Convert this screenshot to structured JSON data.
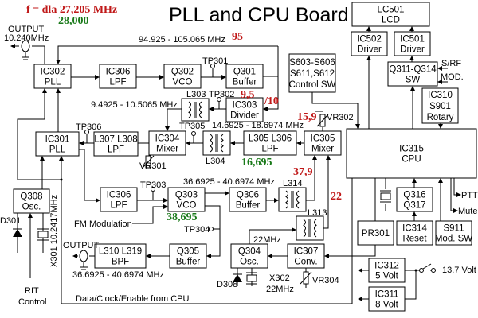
{
  "title": "PLL and CPU Board",
  "annotations": {
    "f_note": "f =  dla 27,205 MHz",
    "f_alt": "28,000",
    "n95": "95",
    "n9_5": "9,5",
    "div10": "/10",
    "n15_9": "15,9",
    "n16_695": "16,695",
    "n37_9": "37,9",
    "n22": "22",
    "n38_695": "38,695"
  },
  "colors": {
    "red_annotation": "#c01818",
    "green_annotation": "#1a7a1a"
  },
  "labels": {
    "output_top": "OUTPUT",
    "output_top_freq": "10.240MHz",
    "freq_vco1": "94.925 - 105.065 MHz",
    "freq_div": "9.4925 - 10.5065 MHz",
    "freq_lpf": "14.6925 - 18.6974 MHz",
    "freq_vco2": "36.6925 -  40.6974 MHz",
    "freq_out": "36.6925 - 40.6974 MHz",
    "output_bottom": "OUTPUT",
    "fm_mod": "FM Modulation",
    "data_bus": "Data/Clock/Enable from CPU",
    "x301": "X301  10.2417MHz",
    "d301": "D301",
    "rit": "RIT",
    "rit2": "Control",
    "tp301": "TP301",
    "tp302": "TP302",
    "tp303": "TP303",
    "tp304": "TP304",
    "tp305": "TP305",
    "tp306": "TP306",
    "vr301": "VR301",
    "vr302": "VR302",
    "vr304": "VR304",
    "l303": "L303",
    "l304": "L304",
    "l313": "L313",
    "l314": "L314",
    "mhz22": "22MHz",
    "d308": "D308",
    "x302": "X302",
    "x302f": "22MHz",
    "srf": "S/RF",
    "mod": "MOD.",
    "ptt": "PTT",
    "mute": "Mute",
    "volt": "13.7 Volt"
  },
  "blocks": {
    "ic302": [
      "IC302",
      "PLL"
    ],
    "ic306a": [
      "IC306",
      "LPF"
    ],
    "q302": [
      "Q302",
      "VCO"
    ],
    "q301": [
      "Q301",
      "Buffer"
    ],
    "ic303": [
      "IC303",
      "Divider"
    ],
    "ic304": [
      "IC304",
      "Mixer"
    ],
    "lpf305": [
      "L305 L306",
      "LPF"
    ],
    "ic305": [
      "IC305",
      "Mixer"
    ],
    "ic301": [
      "IC301",
      "PLL"
    ],
    "lpf307": [
      "L307 L308",
      "LPF"
    ],
    "ic306b": [
      "IC306",
      "LPF"
    ],
    "q303": [
      "Q303",
      "VCO"
    ],
    "q306": [
      "Q306",
      "Buffer"
    ],
    "q308": [
      "Q308",
      "Osc."
    ],
    "bpf": [
      "L310 L319",
      "BPF"
    ],
    "q305": [
      "Q305",
      "Buffer"
    ],
    "q304": [
      "Q304",
      "Osc."
    ],
    "ic307": [
      "IC307",
      "Conv."
    ],
    "ic315": [
      "IC315",
      "CPU"
    ],
    "lc501": [
      "LC501",
      "LCD"
    ],
    "ic502": [
      "IC502",
      "Driver"
    ],
    "ic501": [
      "IC501",
      "Driver"
    ],
    "q311": [
      "Q311-Q314",
      "SW"
    ],
    "ic310": [
      "IC310",
      "S901",
      "Rotary"
    ],
    "s603": [
      "S603-S606",
      "S611,S612",
      "Control SW"
    ],
    "q316": [
      "Q316",
      "Q317"
    ],
    "pr301": [
      "PR301"
    ],
    "ic314": [
      "IC314",
      "Reset"
    ],
    "s911": [
      "S911",
      "Mod. SW"
    ],
    "ic312": [
      "IC312",
      "5 Volt"
    ],
    "ic311": [
      "IC311",
      "8 Volt"
    ]
  }
}
